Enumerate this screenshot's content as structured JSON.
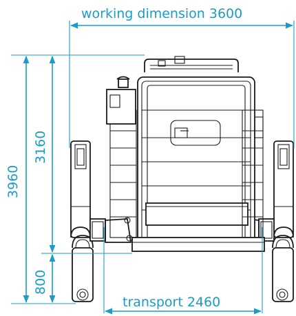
{
  "labels": {
    "working_dimension": "working dimension 3600",
    "transport": "transport 2460",
    "height_total": "3960",
    "height_body": "3160",
    "height_base": "800"
  },
  "colors": {
    "dimension": "#1a9bc8",
    "machine": "#1a1a1a",
    "background": "#ffffff"
  }
}
